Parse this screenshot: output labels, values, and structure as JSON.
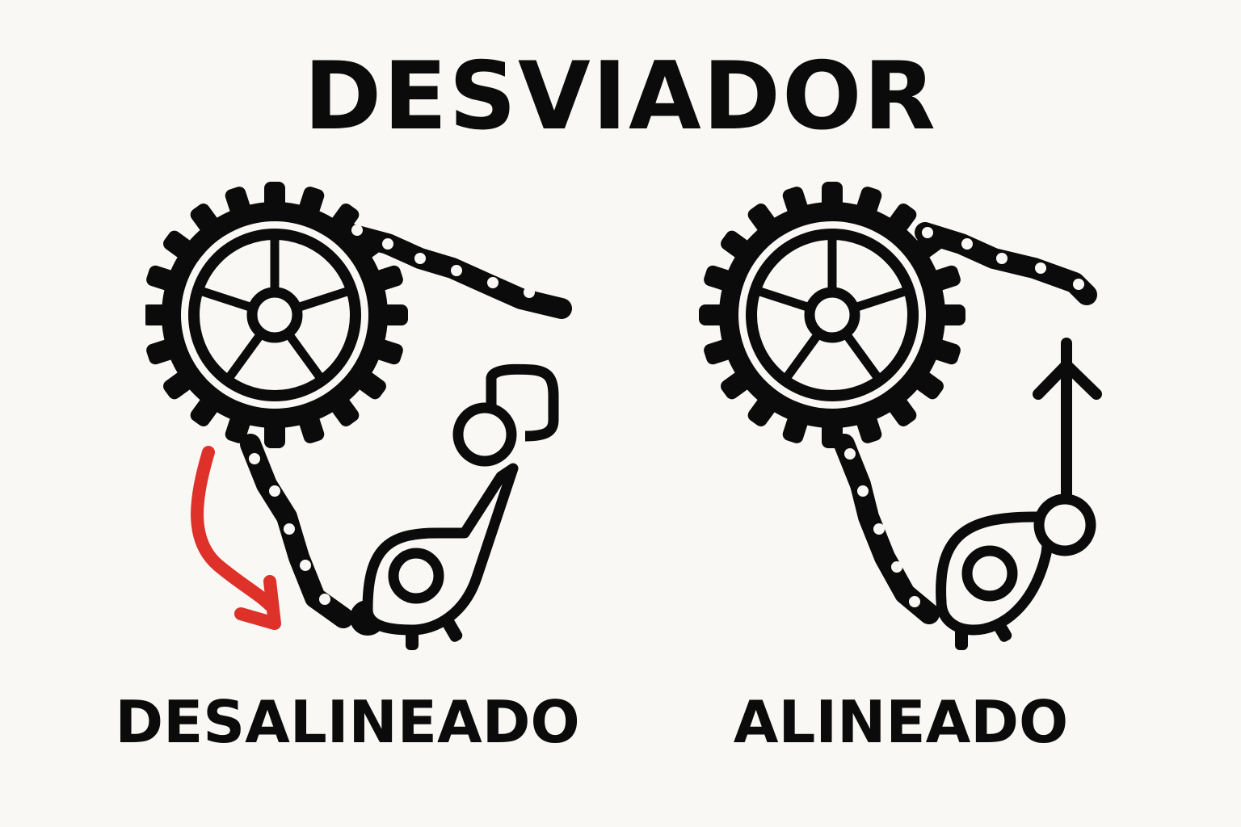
{
  "title": "DESVIADOR",
  "panels": [
    {
      "label": "DESALINEADO",
      "arrow_color": "#dd3129",
      "arrow_meaning": "misaligned-shift"
    },
    {
      "label": "ALINEADO",
      "arrow_color": "#0b0b0b",
      "arrow_meaning": "aligned-upward"
    }
  ],
  "colors": {
    "ink": "#0b0b0b",
    "background": "#f9f8f5",
    "accent": "#dd3129"
  }
}
